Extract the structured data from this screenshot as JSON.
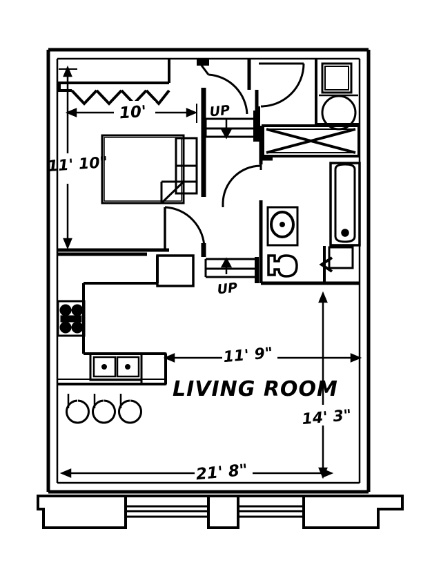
{
  "document": {
    "type": "floor-plan",
    "title": "Apartment Floor Plan",
    "background_color": "#ffffff",
    "line_color": "#000000"
  },
  "rooms": [
    {
      "key": "bedroom",
      "label": "",
      "width_label": "10'",
      "depth_label": "11' 10\""
    },
    {
      "key": "living_room",
      "label": "LIVING ROOM",
      "width_label": "11' 9\"",
      "depth_label": "14' 3\""
    },
    {
      "key": "bathroom",
      "label": "",
      "width_label": "",
      "depth_label": ""
    },
    {
      "key": "kitchen",
      "label": "",
      "width_label": "",
      "depth_label": ""
    }
  ],
  "dimensions": {
    "bedroom_width": "10'",
    "bedroom_depth": "11' 10\"",
    "living_width": "11' 9\"",
    "living_depth": "14' 3\"",
    "overall_width": "21' 8\""
  },
  "labels": {
    "living_room": "LIVING ROOM",
    "stair_up_top": "UP",
    "stair_up_bottom": "UP"
  },
  "fixtures": [
    {
      "name": "bed",
      "room": "bedroom"
    },
    {
      "name": "nightstand",
      "room": "bedroom"
    },
    {
      "name": "bifold-closet-doors",
      "room": "bedroom"
    },
    {
      "name": "washer",
      "room": "laundry"
    },
    {
      "name": "dryer",
      "room": "laundry"
    },
    {
      "name": "linen-closet",
      "room": "hall"
    },
    {
      "name": "bathtub",
      "room": "bathroom"
    },
    {
      "name": "toilet",
      "room": "bathroom"
    },
    {
      "name": "vanity-sink",
      "room": "bathroom"
    },
    {
      "name": "range-cooktop",
      "room": "kitchen"
    },
    {
      "name": "double-sink",
      "room": "kitchen"
    },
    {
      "name": "kitchen-counter",
      "room": "kitchen"
    },
    {
      "name": "barstool",
      "room": "kitchen"
    },
    {
      "name": "barstool",
      "room": "kitchen"
    },
    {
      "name": "barstool",
      "room": "kitchen"
    },
    {
      "name": "staircase-upper",
      "room": "hall"
    },
    {
      "name": "staircase-lower",
      "room": "hall"
    },
    {
      "name": "entry-door",
      "room": "entry"
    },
    {
      "name": "bedroom-door",
      "room": "bedroom"
    },
    {
      "name": "bathroom-door",
      "room": "bathroom"
    },
    {
      "name": "sliding-glass-door-left",
      "room": "patio"
    },
    {
      "name": "sliding-glass-door-right",
      "room": "patio"
    },
    {
      "name": "patio-deck",
      "room": "patio"
    }
  ]
}
